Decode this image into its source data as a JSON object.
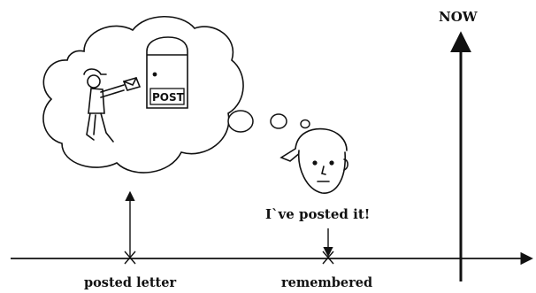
{
  "now_label": "NOW",
  "speech": "I`ve posted it!",
  "mailbox_text": "POST",
  "events": [
    {
      "label": "posted letter"
    },
    {
      "label": "remembered"
    }
  ],
  "icons": [
    "thought-cloud-icon",
    "mailbox-icon",
    "person-posting-letter-icon",
    "boy-with-cap-icon",
    "arrow-icon"
  ],
  "colors": {
    "ink": "#111111",
    "background": "#ffffff"
  }
}
